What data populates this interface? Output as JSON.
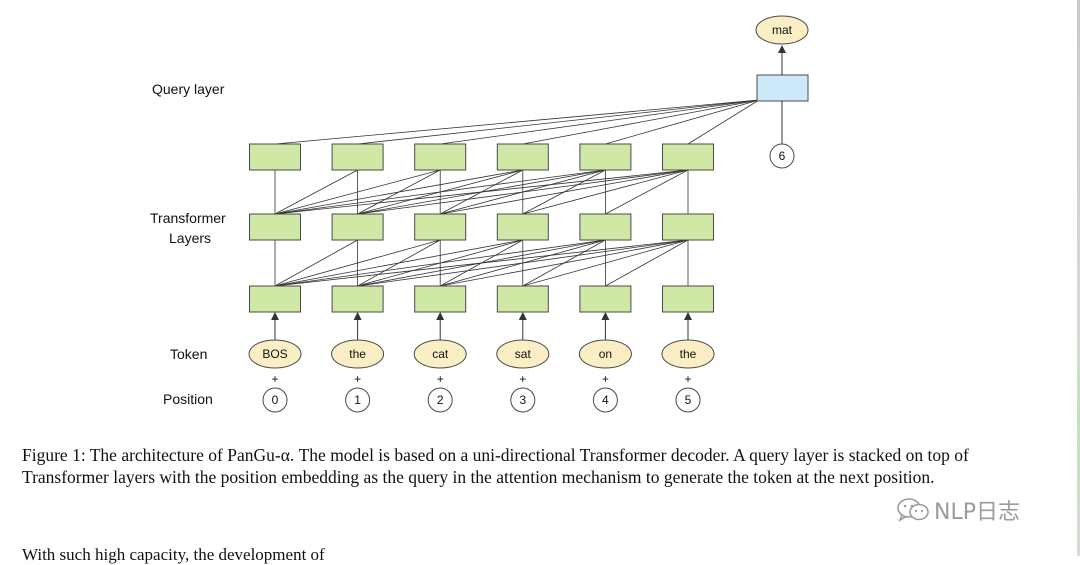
{
  "labels": {
    "query_layer": "Query layer",
    "transformer_line1": "Transformer",
    "transformer_line2": "Layers",
    "token": "Token",
    "position": "Position"
  },
  "tokens": [
    "BOS",
    "the",
    "cat",
    "sat",
    "on",
    "the"
  ],
  "positions": [
    "0",
    "1",
    "2",
    "3",
    "4",
    "5"
  ],
  "plus_sign": "+",
  "query": {
    "position": "6",
    "output": "mat"
  },
  "colors": {
    "layer_box": "#cfe8a6",
    "layer_border": "#4a4a4a",
    "token_ellipse": "#faefc4",
    "query_box": "#cde9f9",
    "line": "#333333"
  },
  "caption": "Figure 1: The architecture of PanGu-α. The model is based on a uni-directional Transformer decoder. A query layer is stacked on top of Transformer layers with the position embedding as the query in the attention mechanism to generate the token at the next position.",
  "watermark": "NLP日志",
  "cut_off_text": "With such high capacity, the development of"
}
